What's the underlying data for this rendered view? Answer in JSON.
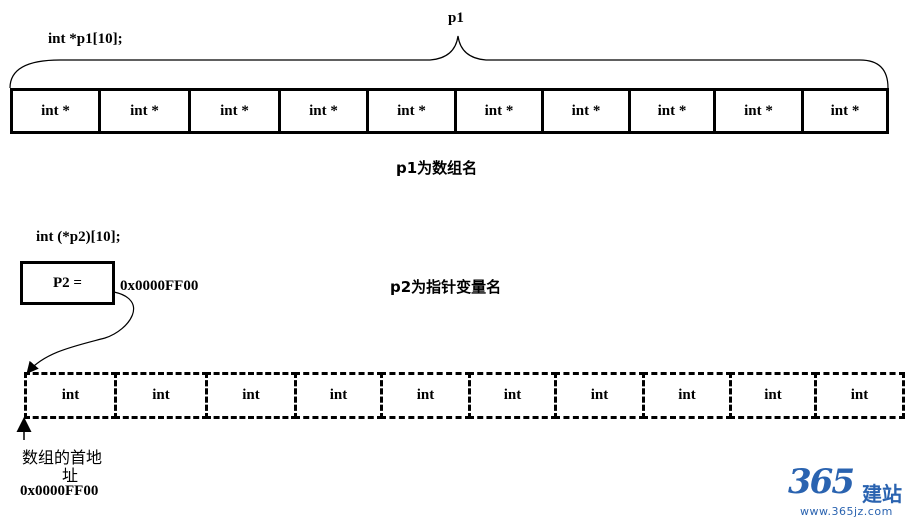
{
  "top_section": {
    "declaration": "int  *p1[10];",
    "brace_label": "p1",
    "cell_label": "int *",
    "cell_count": 10,
    "caption": "p1为数组名"
  },
  "bottom_section": {
    "declaration": "int  (*p2)[10];",
    "pointer_box_label": "P2 =",
    "pointer_value": "0x0000FF00",
    "caption": "p2为指针变量名",
    "cell_label": "int",
    "cell_count": 10,
    "base_address_label_line1": "数组的首地",
    "base_address_label_line2": "址",
    "base_address_value": "0x0000FF00"
  },
  "watermark": {
    "number": "365",
    "brand": "建站",
    "url": "www.365jz.com",
    "color": "#2a63b0"
  }
}
